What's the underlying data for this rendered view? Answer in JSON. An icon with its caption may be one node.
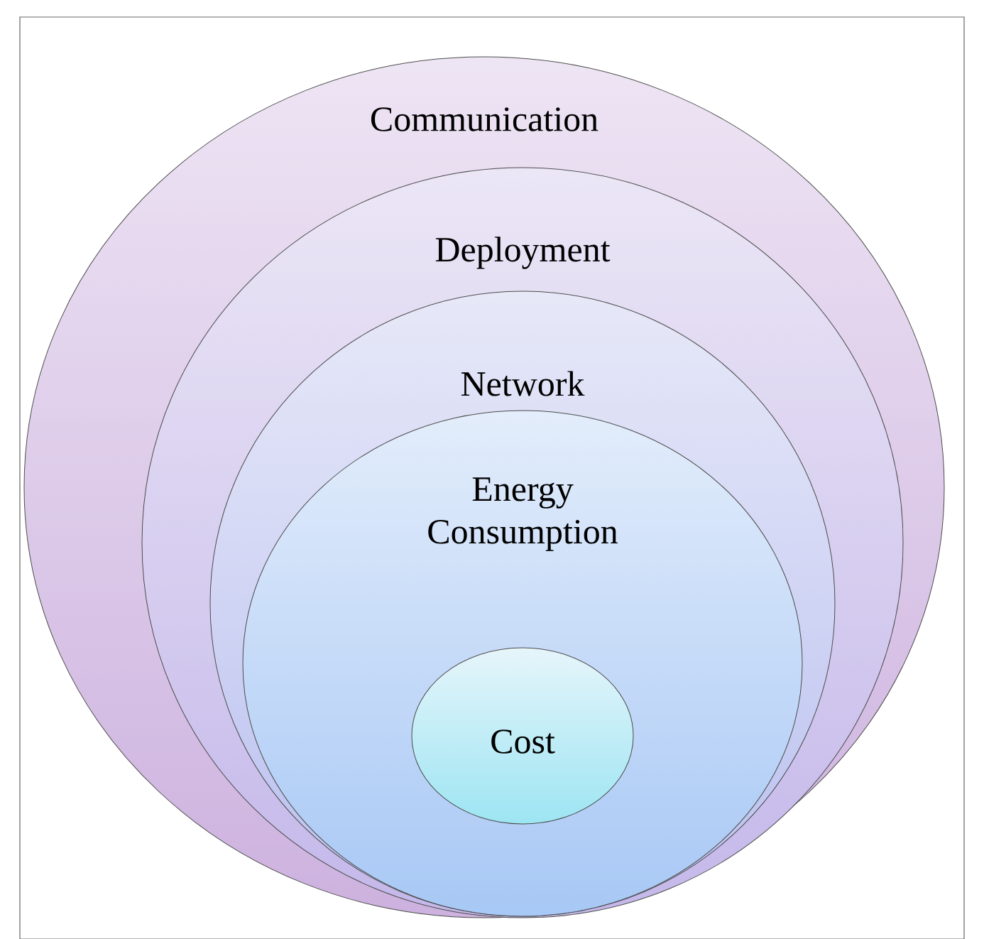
{
  "diagram": {
    "nodes": [
      {
        "text": [
          "Communication"
        ]
      },
      {
        "text": [
          "Deployment"
        ],
        "in": 0
      },
      {
        "text": [
          "Network"
        ],
        "in": 1
      },
      {
        "text": [
          "Energy Consumption"
        ],
        "in": 2
      },
      {
        "text": [
          "Cost"
        ],
        "in": 3
      }
    ]
  }
}
